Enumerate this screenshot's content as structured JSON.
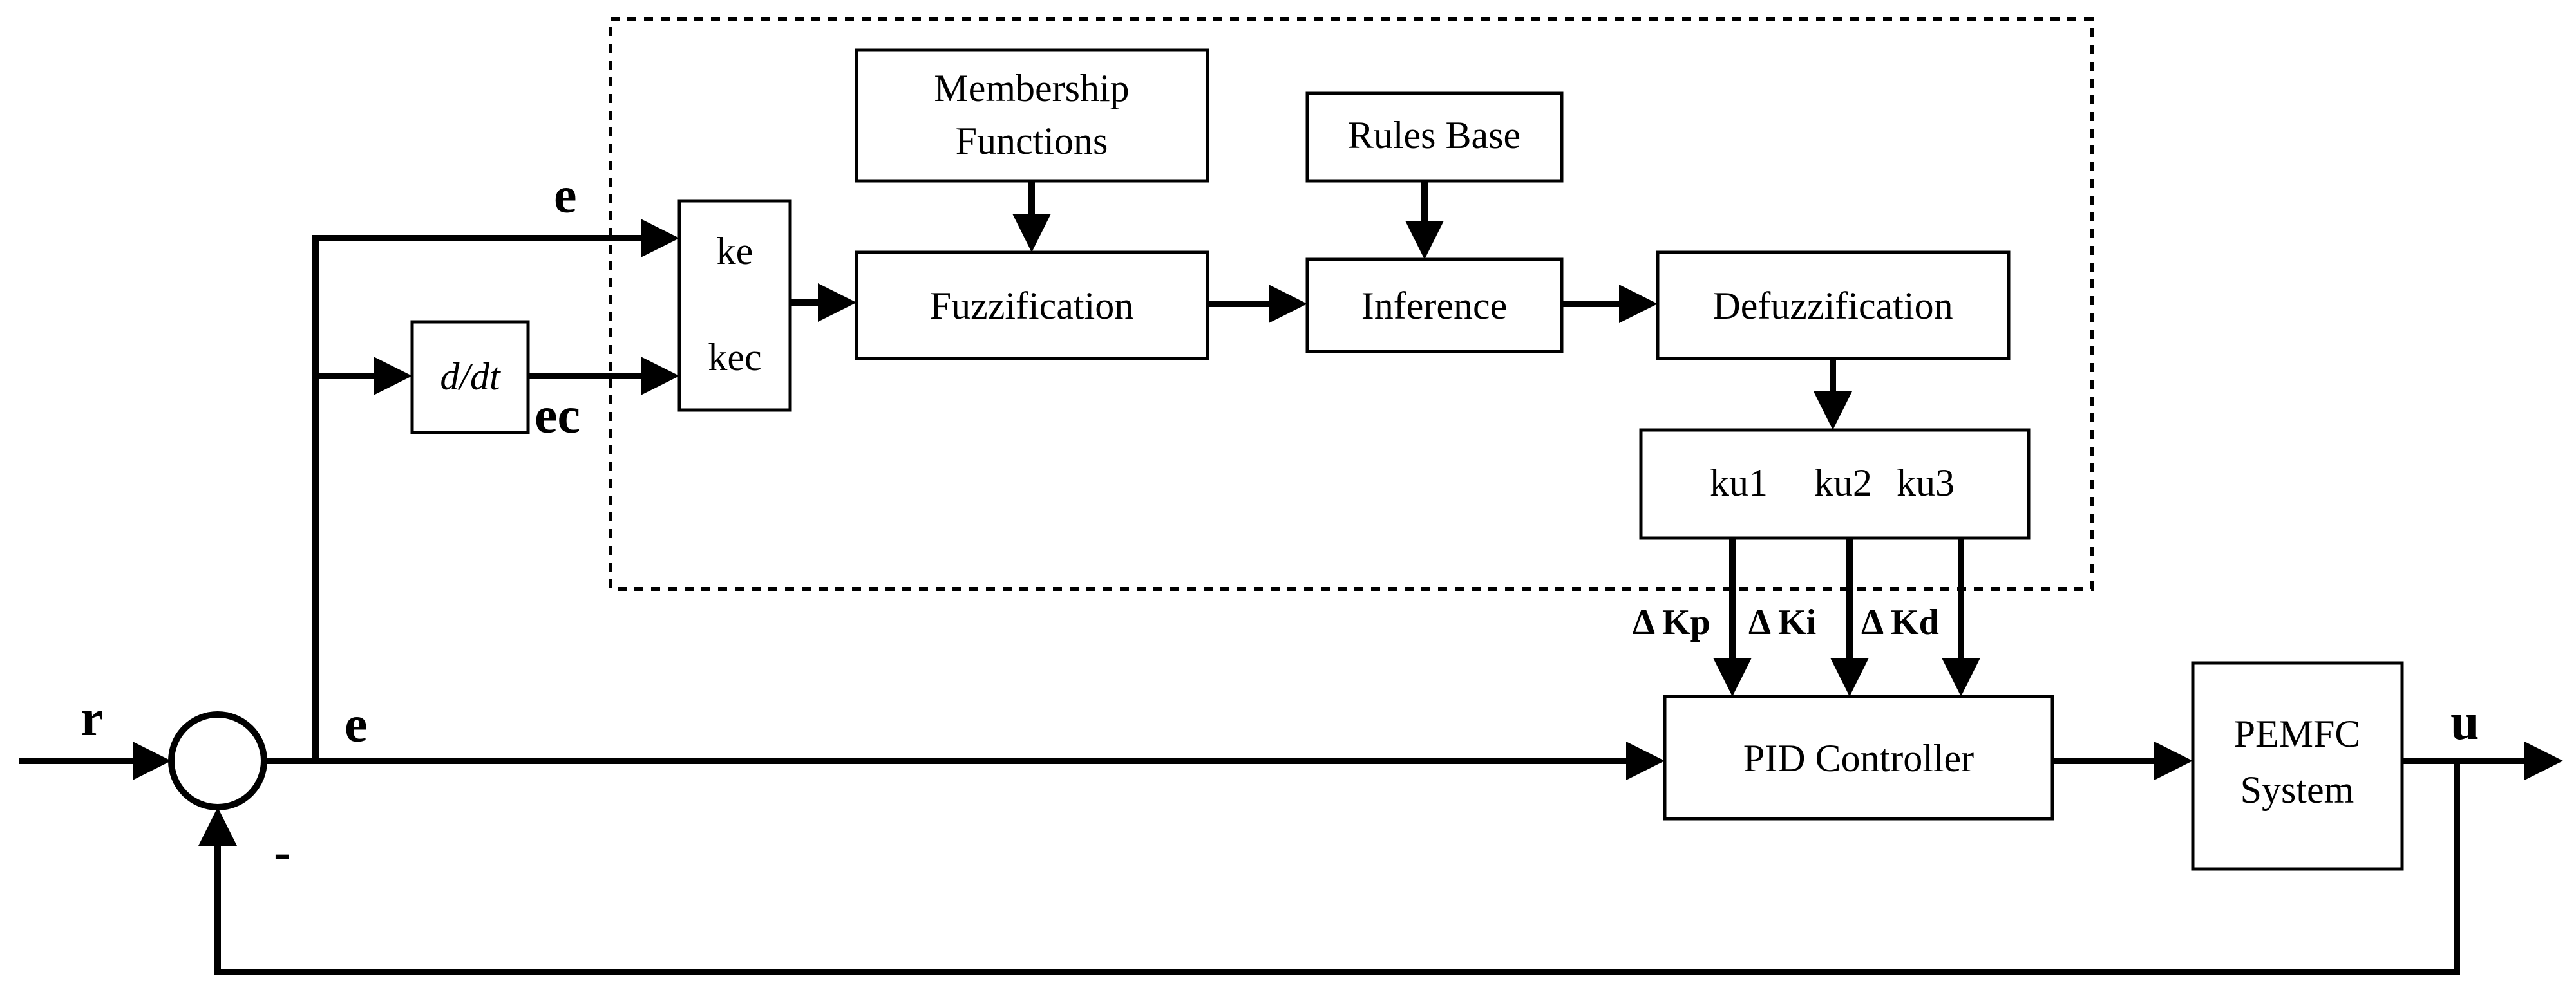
{
  "blocks": {
    "membership_line1": "Membership",
    "membership_line2": "Functions",
    "rules_base": "Rules Base",
    "ke": "ke",
    "kec": "kec",
    "fuzzification": "Fuzzification",
    "inference": "Inference",
    "defuzzification": "Defuzzification",
    "derivative": "d/dt",
    "ku1": "ku1",
    "ku2": "ku2",
    "ku3": "ku3",
    "pid_controller": "PID Controller",
    "pemfc_line1": "PEMFC",
    "pemfc_line2": "System"
  },
  "signals": {
    "r": "r",
    "e_main": "e",
    "e_fuzzy": "e",
    "ec": "ec",
    "u": "u",
    "minus": "-",
    "delta_kp": "Δ Kp",
    "delta_ki": "Δ Ki",
    "delta_kd": "Δ Kd"
  }
}
